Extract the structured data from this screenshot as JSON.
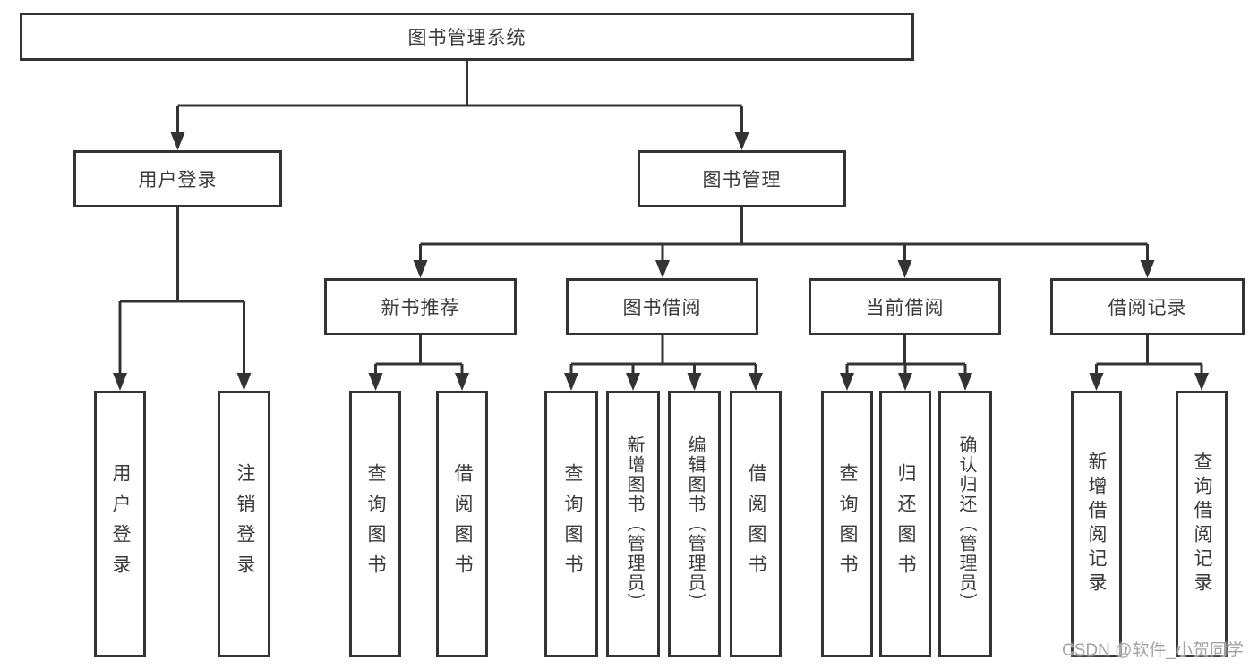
{
  "diagram": {
    "root": {
      "label": "图书管理系统"
    },
    "branches": [
      {
        "label": "用户登录",
        "children": [
          {
            "label": "用户登录"
          },
          {
            "label": "注销登录"
          }
        ]
      },
      {
        "label": "图书管理",
        "children": [
          {
            "label": "新书推荐",
            "children": [
              {
                "label": "查询图书"
              },
              {
                "label": "借阅图书"
              }
            ]
          },
          {
            "label": "图书借阅",
            "children": [
              {
                "label": "查询图书"
              },
              {
                "label": "新增图书（管理员）"
              },
              {
                "label": "编辑图书（管理员）"
              },
              {
                "label": "借阅图书"
              }
            ]
          },
          {
            "label": "当前借阅",
            "children": [
              {
                "label": "查询图书"
              },
              {
                "label": "归还图书"
              },
              {
                "label": "确认归还（管理员）"
              }
            ]
          },
          {
            "label": "借阅记录",
            "children": [
              {
                "label": "新增借阅记录"
              },
              {
                "label": "查询借阅记录"
              }
            ]
          }
        ]
      }
    ],
    "watermark": "CSDN @软件_小贺同学",
    "colors": {
      "line": "#333333",
      "text": "#3a3a3a",
      "box_background": "#ffffff",
      "watermark": "#a3a3a3",
      "background": "#ffffff"
    }
  }
}
